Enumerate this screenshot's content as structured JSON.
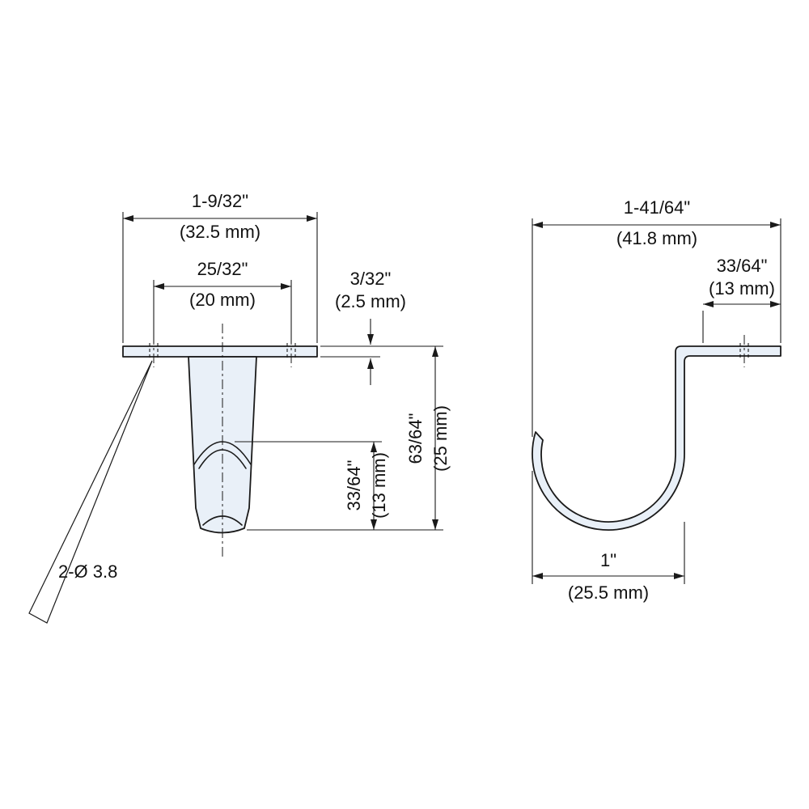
{
  "drawing": {
    "colors": {
      "line": "#1a1a1a",
      "part_fill": "#e9f0f8"
    },
    "front_view": {
      "flange_width_in": "1-9/32\"",
      "flange_width_mm": "(32.5 mm)",
      "hole_spacing_in": "25/32\"",
      "hole_spacing_mm": "(20 mm)",
      "flange_thickness_in": "3/32\"",
      "flange_thickness_mm": "(2.5 mm)",
      "overall_height_in": "63/64\"",
      "overall_height_mm": "(25 mm)",
      "hook_depth_in": "33/64\"",
      "hook_depth_mm": "(13 mm)",
      "hole_callout": "2-Ø 3.8"
    },
    "side_view": {
      "overall_width_in": "1-41/64\"",
      "overall_width_mm": "(41.8 mm)",
      "hole_offset_in": "33/64\"",
      "hole_offset_mm": "(13 mm)",
      "hook_width_in": "1\"",
      "hook_width_mm": "(25.5 mm)"
    }
  }
}
